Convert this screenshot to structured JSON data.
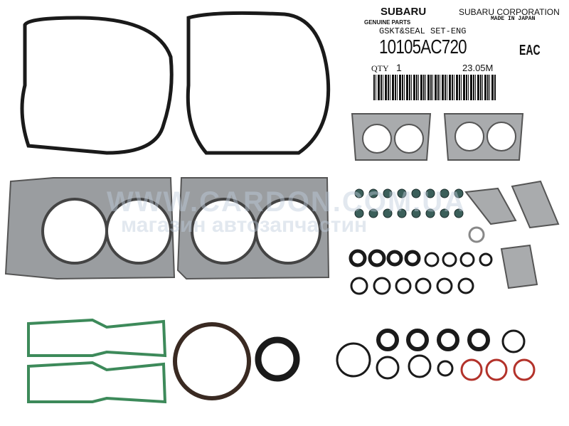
{
  "label": {
    "brand": "SUBARU",
    "corporation": "SUBARU CORPORATION",
    "origin": "MADE IN JAPAN",
    "genuine": "GENUINE PARTS",
    "description": "GSKT&SEAL SET-ENG",
    "part_number": "10105AC720",
    "certification_mark": "EAC",
    "qty_label": "QTY",
    "qty_value": "1",
    "date_code": "23.05M"
  },
  "watermark": {
    "line1": "WWW.CARDON.COM.UA",
    "line2": "магазин автозапчастин"
  },
  "colors": {
    "gasket_dark": "#1a1a1a",
    "metal": "#8a8d90",
    "green_seal": "#3d8a5a",
    "red_oring": "#b3322a",
    "label_bg": "#ffffff"
  }
}
